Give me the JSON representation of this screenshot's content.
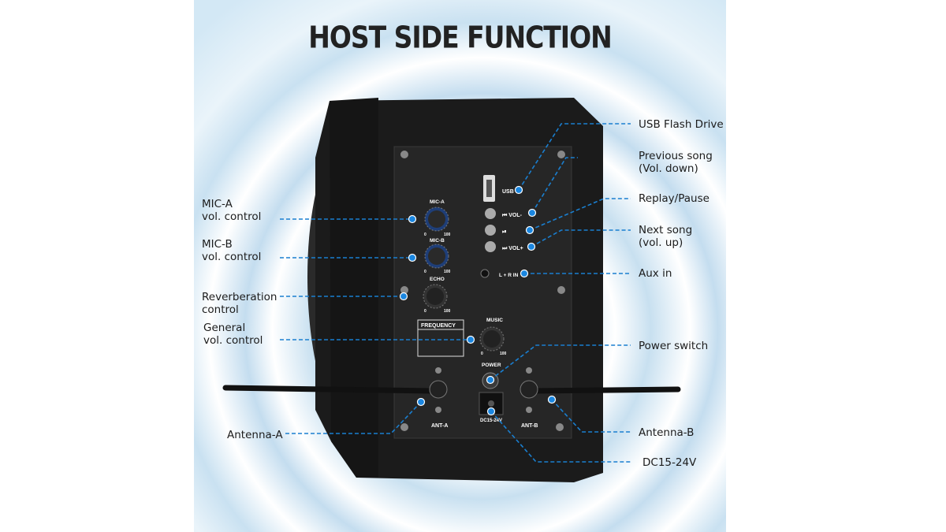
{
  "title": "HOST SIDE FUNCTION",
  "labels": {
    "usb_flash_drive": "USB Flash Drive",
    "previous_song_1": "Previous song",
    "previous_song_2": "(Vol. down)",
    "replay_pause": "Replay/Pause",
    "next_song_1": "Next song",
    "next_song_2": "(vol. up)",
    "aux_in": "Aux in",
    "power_switch": "Power switch",
    "antenna_b": "Antenna-B",
    "dc": "DC15-24V",
    "mic_a_1": "MIC-A",
    "mic_a_2": "vol. control",
    "mic_b_1": "MIC-B",
    "mic_b_2": "vol. control",
    "reverb_1": "Reverberation",
    "reverb_2": "control",
    "general_1": "General",
    "general_2": "vol. control",
    "antenna_a": "Antenna-A"
  },
  "panel_text": {
    "usb": "USB",
    "vol_minus": "⏮ VOL-",
    "play_pause": "⏯",
    "vol_plus": "⏭ VOL+",
    "lr_in": "L + R IN",
    "mic_a": "MIC-A",
    "mic_b": "MIC-B",
    "echo": "ECHO",
    "music": "MUSIC",
    "frequency": "FREQUENCY",
    "power": "POWER",
    "dc": "DC15-24V",
    "ant_a": "ANT-A",
    "ant_b": "ANT-B",
    "knob_min": "0",
    "knob_max": "100"
  },
  "colors": {
    "leader_line": "#1a7fd0",
    "dot": "#1a86e0",
    "cabinet": "#1b1b1b",
    "panel": "#262626"
  }
}
